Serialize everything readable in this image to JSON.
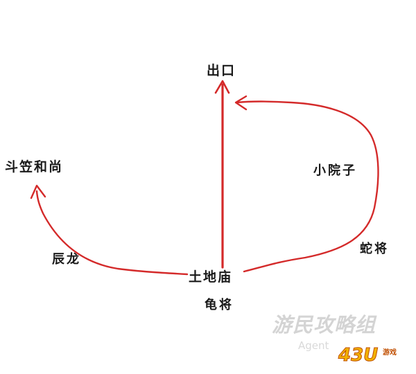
{
  "nodes": {
    "exit": "出口",
    "monk": "斗笠和尚",
    "courtyard": "小院子",
    "snake": "蛇将",
    "dragon": "辰龙",
    "temple": "土地庙",
    "turtle": "龟将"
  },
  "watermark": {
    "site_name": "游民攻略组",
    "agent": "Agent",
    "logo": "43U",
    "logo_sub": "游戏"
  },
  "colors": {
    "path_red": "#d42a2a",
    "label_text": "#1a1a1a"
  }
}
